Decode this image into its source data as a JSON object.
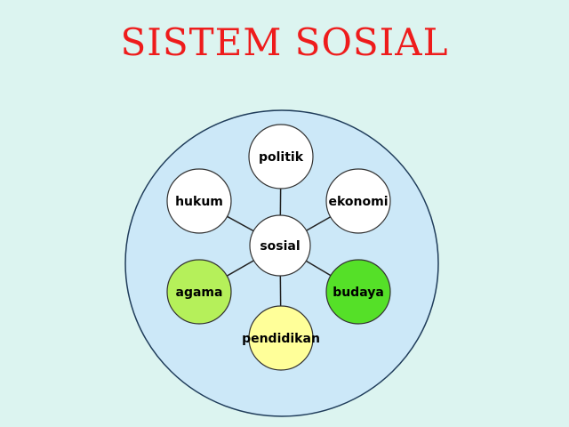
{
  "title": "SISTEM SOSIAL",
  "center": {
    "label": "sosial",
    "color": "#ffffff"
  },
  "nodes": [
    {
      "id": "politik",
      "label": "politik",
      "color": "#ffffff"
    },
    {
      "id": "ekonomi",
      "label": "ekonomi",
      "color": "#ffffff"
    },
    {
      "id": "budaya",
      "label": "budaya",
      "color": "#55e028"
    },
    {
      "id": "pendidikan",
      "label": "pendidikan",
      "color": "#ffff99"
    },
    {
      "id": "agama",
      "label": "agama",
      "color": "#b5f05a"
    },
    {
      "id": "hukum",
      "label": "hukum",
      "color": "#ffffff"
    }
  ],
  "colors": {
    "background": "#dcf4f0",
    "outer_circle": "#cce8f8",
    "title": "#ee1c1c"
  }
}
